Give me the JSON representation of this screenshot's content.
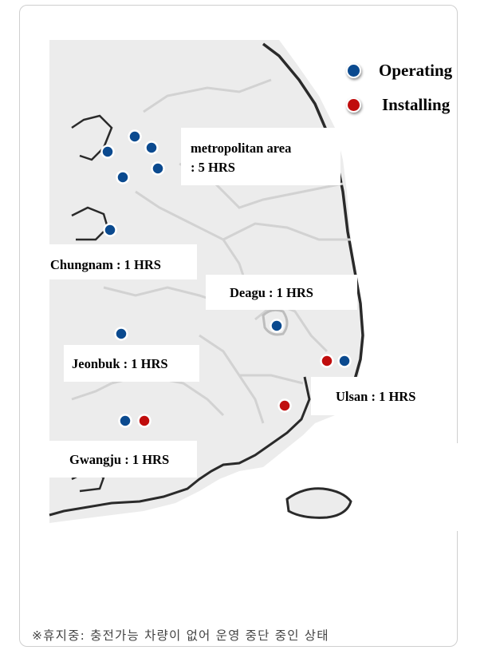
{
  "legend": {
    "operating_label": "Operating",
    "installing_label": "Installing"
  },
  "colors": {
    "operating": "#0b4a8f",
    "installing": "#c00d0d",
    "land": "#ececec",
    "border": "#d2d2d2",
    "coast": "#2a2a2a"
  },
  "regions": {
    "metropolitan_line1": "metropolitan area",
    "metropolitan_line2": ": 5 HRS",
    "chungnam": "Chungnam : 1 HRS",
    "daegu": "Deagu : 1 HRS",
    "jeonbuk": "Jeonbuk : 1 HRS",
    "ulsan": "Ulsan : 1 HRS",
    "gwangju": "Gwangju : 1 HRS"
  },
  "footnote": "※휴지중: 충전가능 차량이 없어 운영 중단 중인 상태"
}
